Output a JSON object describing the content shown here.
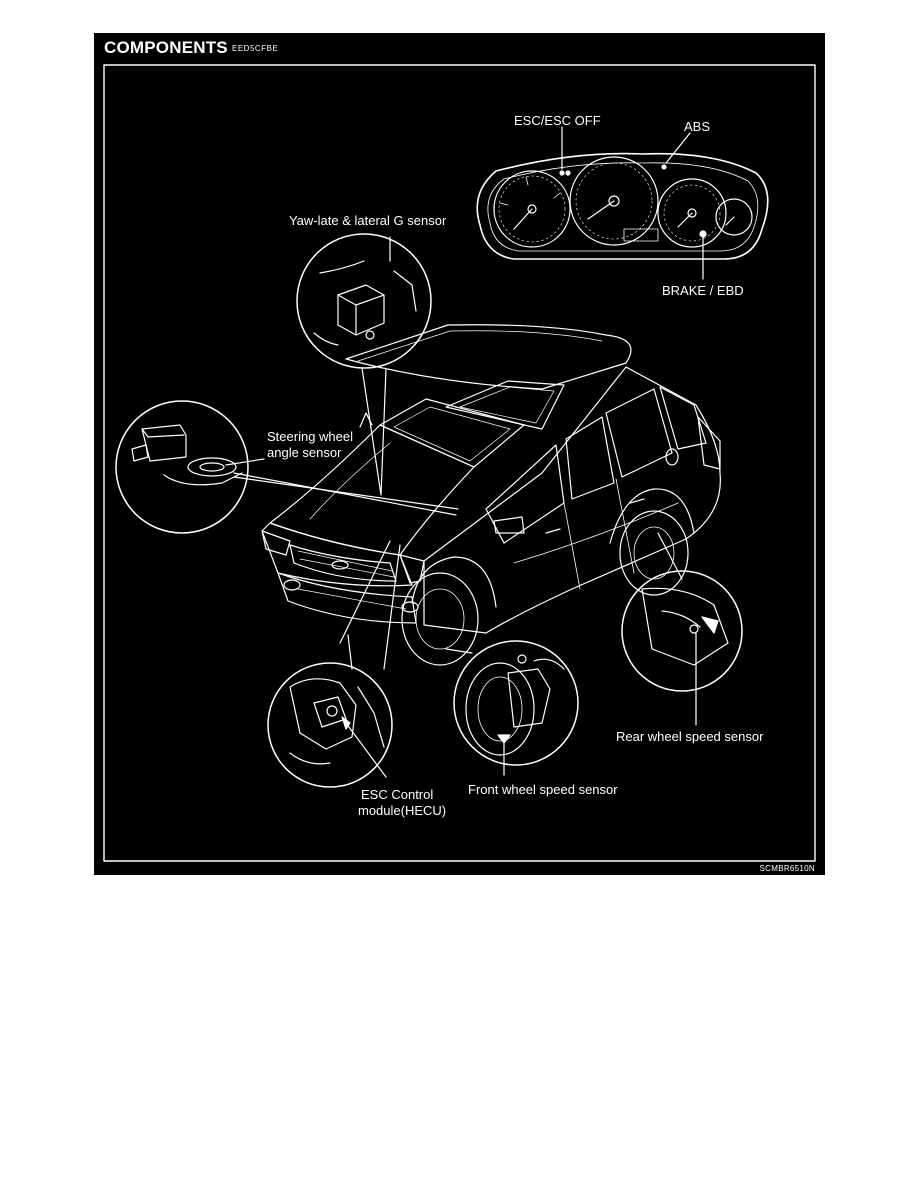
{
  "header": {
    "title": "COMPONENTS",
    "code": "EED5CFBE"
  },
  "figure_code": "SCMBR6510N",
  "callouts": {
    "esc_esc_off": "ESC/ESC OFF",
    "abs": "ABS",
    "brake_ebd": "BRAKE / EBD",
    "yaw_sensor": "Yaw-late & lateral G sensor",
    "steering_line1": "Steering wheel",
    "steering_line2": "angle sensor",
    "rear_wheel_sensor": "Rear wheel speed sensor",
    "front_wheel_sensor": "Front wheel speed sensor",
    "esc_module_line1": "ESC Control",
    "esc_module_line2": "module(HECU)"
  },
  "colors": {
    "background": "#000000",
    "foreground": "#ffffff",
    "page": "#ffffff"
  }
}
